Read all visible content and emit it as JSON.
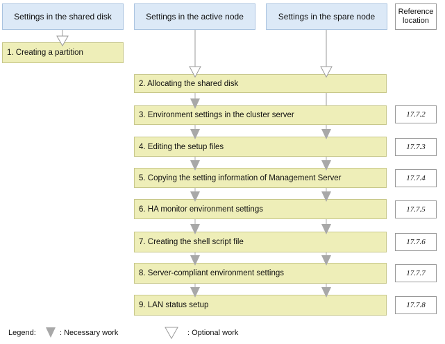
{
  "headers": {
    "shared_disk": "Settings in the shared disk",
    "active_node": "Settings in the active node",
    "spare_node": "Settings in the spare node",
    "reference": "Reference\nlocation"
  },
  "steps": [
    {
      "label": "1. Creating a partition",
      "ref": ""
    },
    {
      "label": "2.  Allocating the shared disk",
      "ref": ""
    },
    {
      "label": "3. Environment settings in the cluster server",
      "ref": "17.7.2"
    },
    {
      "label": "4.  Editing the setup files",
      "ref": "17.7.3"
    },
    {
      "label": "5.  Copying the setting information of Management Server",
      "ref": "17.7.4"
    },
    {
      "label": "6.  HA monitor environment settings",
      "ref": "17.7.5"
    },
    {
      "label": "7.  Creating the shell script file",
      "ref": "17.7.6"
    },
    {
      "label": "8.  Server-compliant environment settings",
      "ref": "17.7.7"
    },
    {
      "label": "9. LAN status setup",
      "ref": "17.7.8"
    }
  ],
  "legend": {
    "title": "Legend:",
    "necessary": ": Necessary work",
    "optional": ": Optional work"
  },
  "colors": {
    "header_fill": "#dce9f7",
    "step_fill": "#eeeeb8",
    "necessary_arrow": "#a8a8a8",
    "optional_arrow": "#ffffff"
  }
}
